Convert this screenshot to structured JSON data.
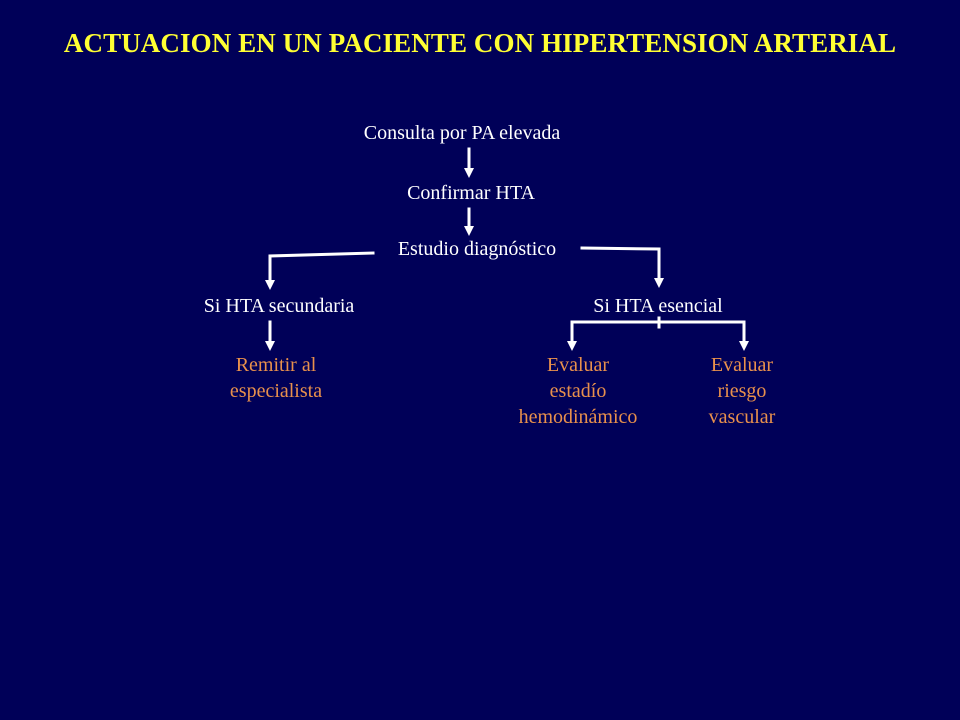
{
  "title": "ACTUACION EN UN PACIENTE CON HIPERTENSION ARTERIAL",
  "colors": {
    "background": "#000058",
    "title": "#ffff33",
    "node_text": "#ffffff",
    "outcome_text": "#e8904c",
    "connector": "#ffffff"
  },
  "nodes": {
    "consulta": "Consulta por PA elevada",
    "confirmar": "Confirmar HTA",
    "estudio": "Estudio diagnóstico",
    "secundaria": "Si HTA secundaria",
    "esencial": "Si HTA esencial",
    "remitir": [
      "Remitir al",
      "especialista"
    ],
    "evaluar_estadio": [
      "Evaluar",
      "estadío",
      "hemodinámico"
    ],
    "evaluar_riesgo": [
      "Evaluar",
      "riesgo",
      "vascular"
    ]
  }
}
